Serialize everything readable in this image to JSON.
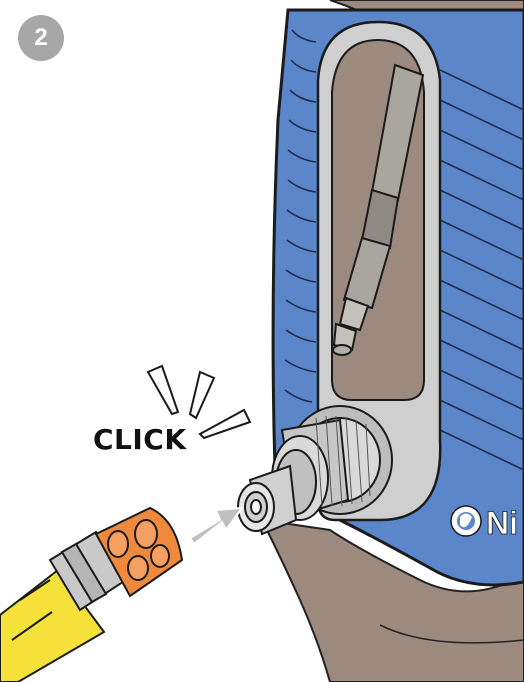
{
  "step": {
    "number": "2"
  },
  "annotation": {
    "sound_label": "CLICK"
  },
  "brand": {
    "logo_text": "Ni"
  },
  "colors": {
    "badge_gray": "#a7a7a7",
    "machine_blue": "#5b86c9",
    "housing_brown": "#9c8a7e",
    "connector_silver": "#d2d2d2",
    "hose_orange": "#ef8a3d",
    "hose_yellow": "#f6e13a",
    "arrow_gray": "#bfbfbf"
  },
  "icons": [
    "push-arrow-icon",
    "click-burst-icon",
    "nilfisk-logo-icon"
  ]
}
